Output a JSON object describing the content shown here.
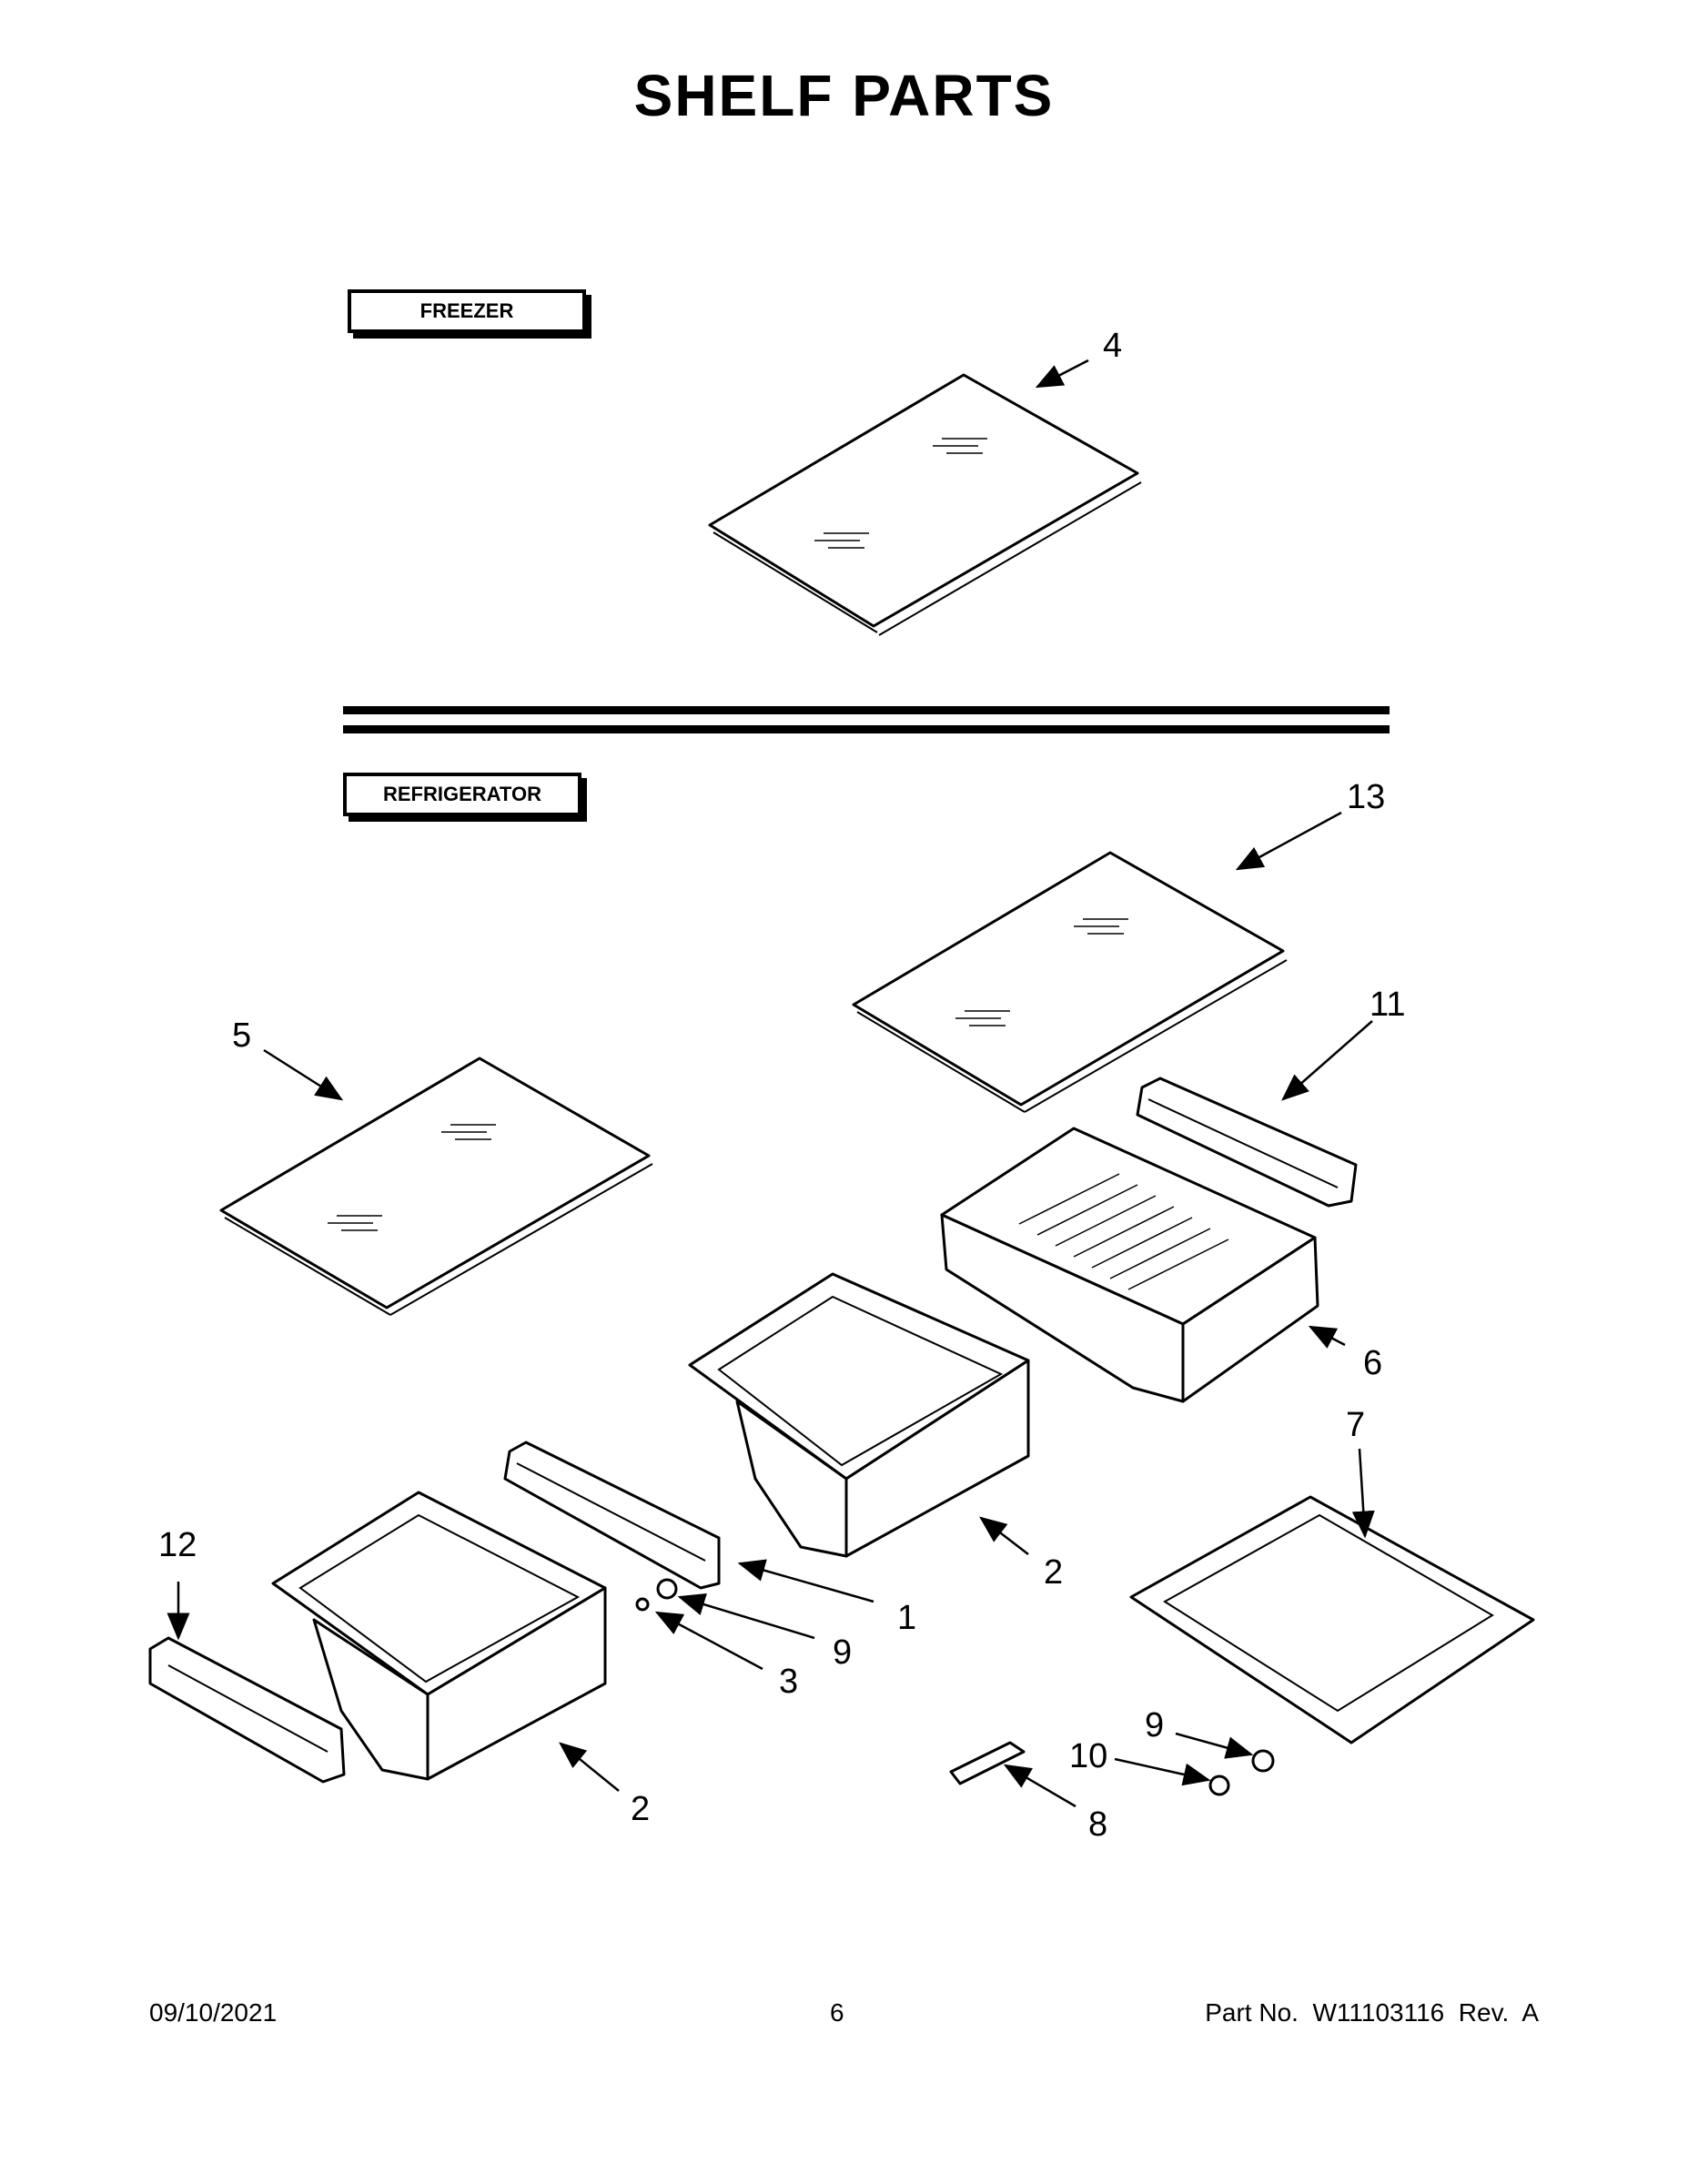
{
  "title": "SHELF  PARTS",
  "sections": {
    "freezer": "FREEZER",
    "refrigerator": "REFRIGERATOR"
  },
  "callouts": [
    "4",
    "13",
    "5",
    "11",
    "6",
    "7",
    "2",
    "1",
    "9",
    "3",
    "2",
    "12",
    "9",
    "10",
    "8"
  ],
  "footer": {
    "date": "09/10/2021",
    "page": "6",
    "part": "Part No.  W11103116  Rev.  A"
  }
}
